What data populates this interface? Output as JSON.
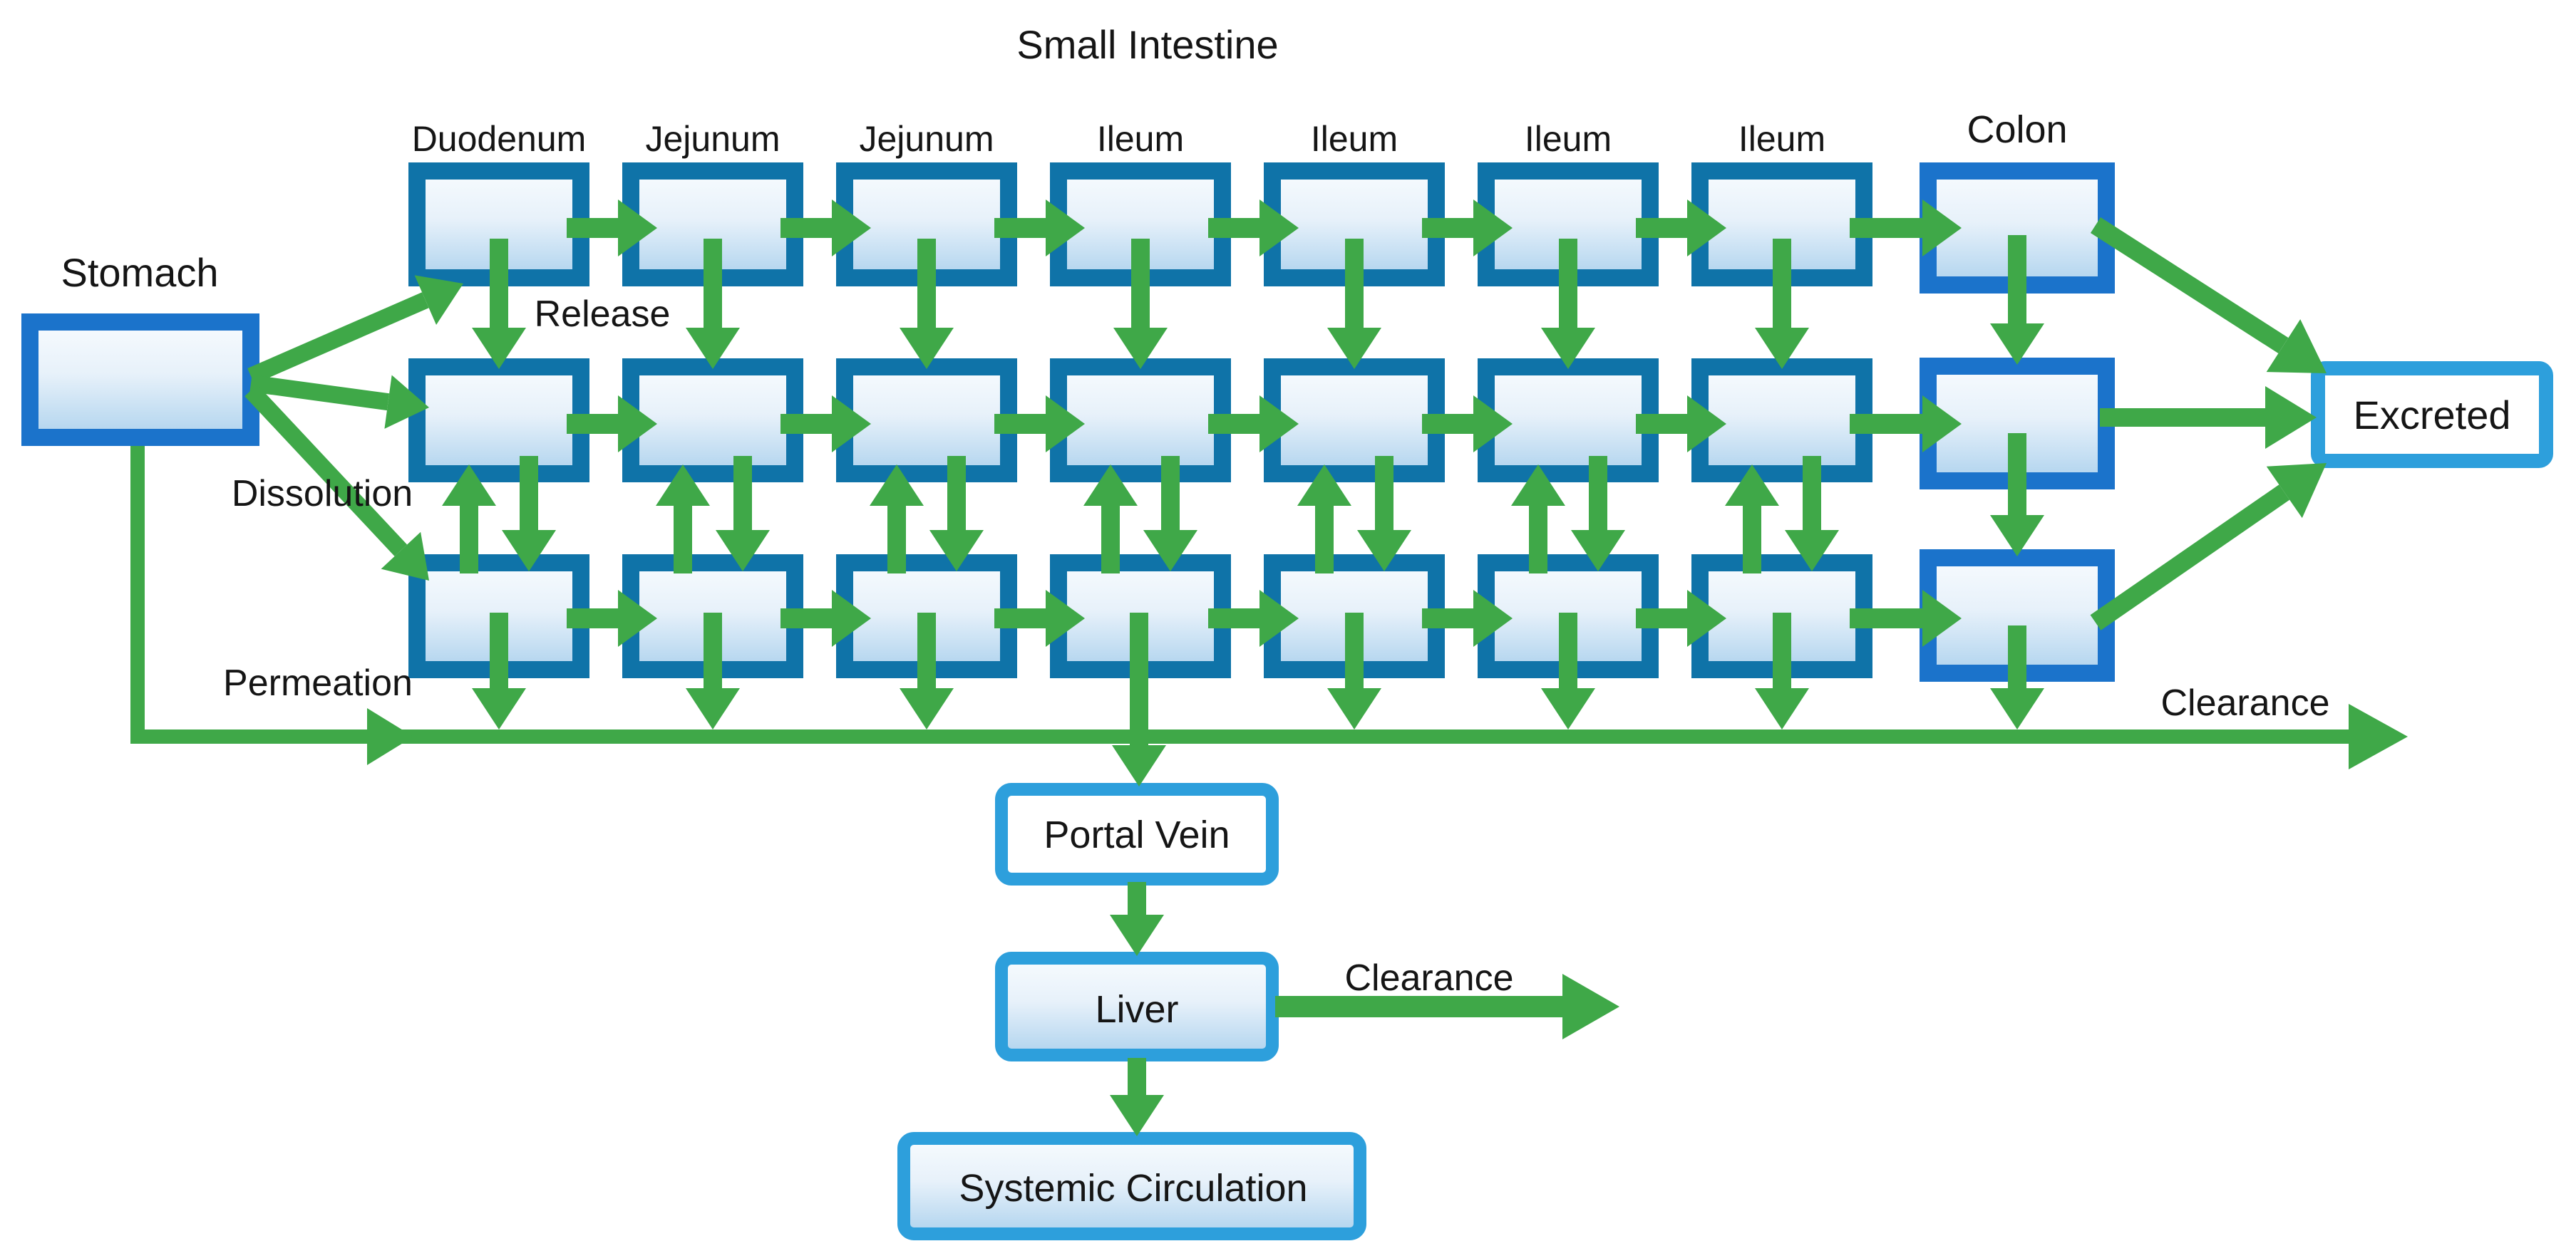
{
  "title": "Small Intestine",
  "regions": {
    "stomach": "Stomach",
    "colon": "Colon"
  },
  "columns": [
    "Duodenum",
    "Jejunum",
    "Jejunum",
    "Ileum",
    "Ileum",
    "Ileum",
    "Ileum"
  ],
  "processes": {
    "release": "Release",
    "dissolution": "Dissolution",
    "permeation": "Permeation",
    "gut_clearance": "Clearance",
    "liver_clearance": "Clearance"
  },
  "nodes": {
    "portal_vein": "Portal Vein",
    "liver": "Liver",
    "systemic_circulation": "Systemic Circulation",
    "excreted": "Excreted"
  },
  "colors": {
    "arrow_green": "#3FA848",
    "intestine_border": "#0F73A8",
    "stomach_colon_border": "#1B73CB",
    "cyan_border": "#2D9FDC",
    "compartment_fill_top": "#F7FBFE",
    "compartment_fill_mid": "#E7F1FA",
    "compartment_fill_bottom": "#AFD3EE",
    "white_fill": "#FFFFFF",
    "text": "#151515",
    "background": "#FFFFFF"
  }
}
